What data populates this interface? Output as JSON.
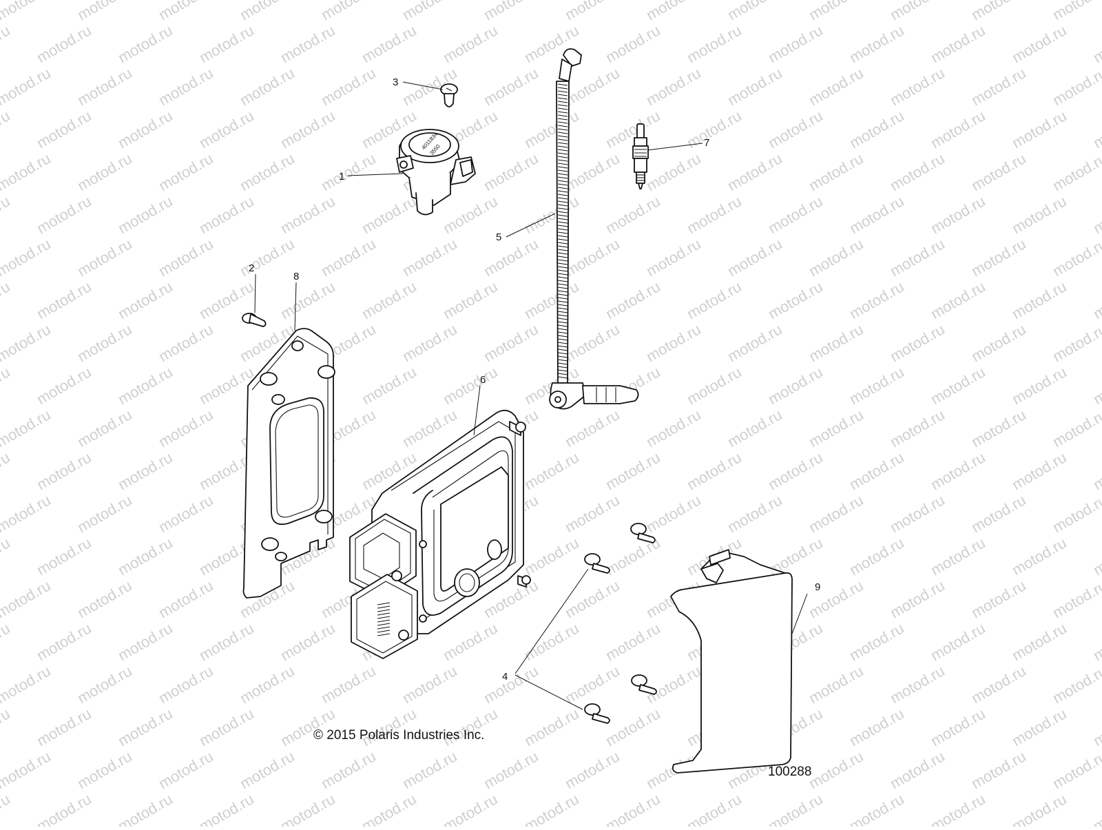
{
  "watermark": {
    "text": "motod.ru"
  },
  "callouts": [
    {
      "id": "1",
      "label": "1"
    },
    {
      "id": "2",
      "label": "2"
    },
    {
      "id": "3",
      "label": "3"
    },
    {
      "id": "4",
      "label": "4"
    },
    {
      "id": "5",
      "label": "5"
    },
    {
      "id": "6",
      "label": "6"
    },
    {
      "id": "7",
      "label": "7"
    },
    {
      "id": "8",
      "label": "8"
    },
    {
      "id": "9",
      "label": "9"
    }
  ],
  "coil_marking": {
    "line1": "4011834",
    "line2": "3550"
  },
  "copyright": "© 2015 Polaris Industries Inc.",
  "drawing_number": "100288",
  "colors": {
    "line": "#111111",
    "watermark": "#cfcfcf",
    "background": "#ffffff"
  }
}
